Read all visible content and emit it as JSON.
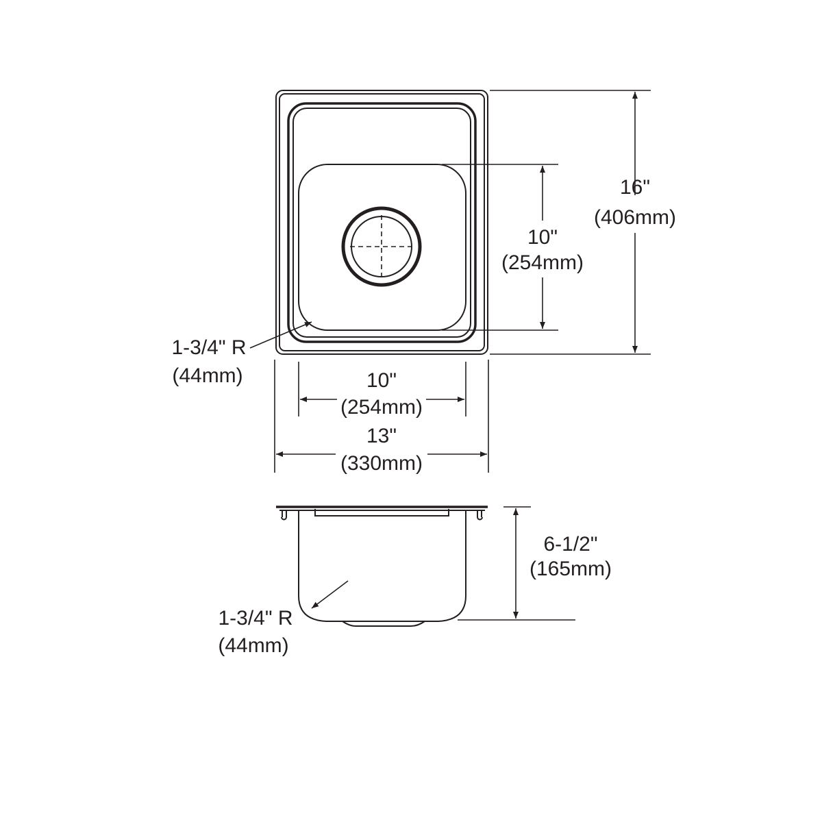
{
  "top_view": {
    "overall_height": {
      "imperial": "16\"",
      "metric": "(406mm)"
    },
    "bowl_length": {
      "imperial": "10\"",
      "metric": "(254mm)"
    },
    "bowl_width": {
      "imperial": "10\"",
      "metric": "(254mm)"
    },
    "overall_width": {
      "imperial": "13\"",
      "metric": "(330mm)"
    },
    "corner_radius": {
      "imperial": "1-3/4\" R",
      "metric": "(44mm)"
    }
  },
  "side_view": {
    "depth": {
      "imperial": "6-1/2\"",
      "metric": "(165mm)"
    },
    "corner_radius": {
      "imperial": "1-3/4\" R",
      "metric": "(44mm)"
    }
  },
  "colors": {
    "line": "#231f20",
    "background": "#ffffff"
  }
}
